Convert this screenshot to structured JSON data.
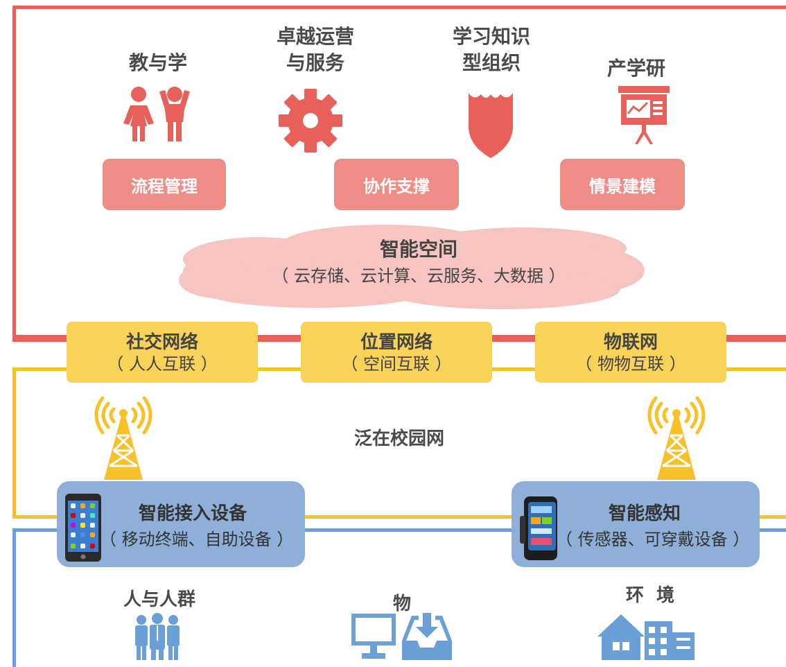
{
  "top": {
    "items": [
      {
        "label_line1": "教与学",
        "label_line2": ""
      },
      {
        "label_line1": "卓越运营",
        "label_line2": "与服务"
      },
      {
        "label_line1": "学习知识",
        "label_line2": "型组织"
      },
      {
        "label_line1": "产学研",
        "label_line2": ""
      }
    ],
    "pills": [
      "流程管理",
      "协作支撑",
      "情景建模"
    ]
  },
  "cloud": {
    "title": "智能空间",
    "subtitle": "（ 云存储、云计算、云服务、大数据 ）"
  },
  "networks": [
    {
      "title": "社交网络",
      "subtitle": "（ 人人互联 ）"
    },
    {
      "title": "位置网络",
      "subtitle": "（ 空间互联 ）"
    },
    {
      "title": "物联网",
      "subtitle": "（ 物物互联 ）"
    }
  ],
  "campus_label": "泛在校园网",
  "devices": [
    {
      "title": "智能接入设备",
      "subtitle": "（ 移动终端、自助设备 ）"
    },
    {
      "title": "智能感知",
      "subtitle": "（ 传感器、可穿戴设备 ）"
    }
  ],
  "bottom": {
    "labels": [
      "人与人群",
      "物",
      "环  境"
    ]
  },
  "colors": {
    "red": "#e8605a",
    "pill": "#ee8d86",
    "yellow": "#f9d25a",
    "yellow_line": "#f6c12b",
    "blue": "#6aa0d6",
    "blue_box": "#8eb0d8",
    "cloud": "#f6c4c1"
  },
  "icons": [
    "people-icon",
    "gear-icon",
    "shield-icon",
    "presentation-icon",
    "antenna-tower-icon",
    "phone-icon",
    "wearable-icon",
    "crowd-icon",
    "monitor-icon",
    "inbox-icon",
    "buildings-icon"
  ]
}
